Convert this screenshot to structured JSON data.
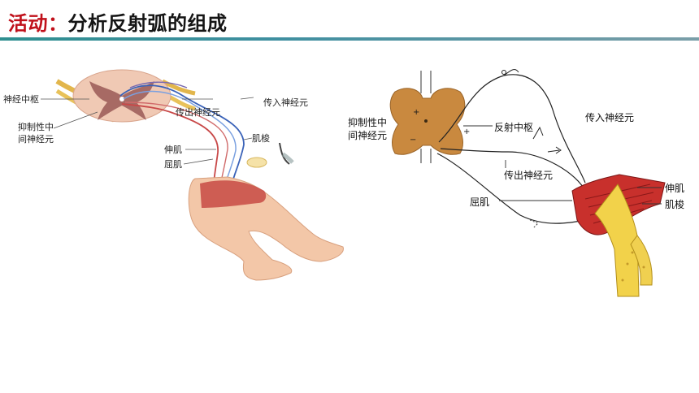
{
  "header": {
    "activity": "活动：",
    "topic": "分析反射弧的组成"
  },
  "left_figure": {
    "labels": {
      "center": "神经中枢",
      "interneuron_1": "抑制性中",
      "interneuron_2": "间神经元",
      "afferent": "传入神经元",
      "efferent": "传出神经元",
      "extensor": "伸肌",
      "spindle": "肌梭",
      "flexor": "屈肌"
    }
  },
  "right_figure": {
    "labels": {
      "interneuron_1": "抑制性中",
      "interneuron_2": "间神经元",
      "reflex_center": "反射中枢",
      "afferent": "传入神经元",
      "efferent": "传出神经元",
      "flexor": "屈肌",
      "extensor": "伸肌",
      "spindle": "肌梭"
    }
  },
  "colors": {
    "title_red": "#c0101a",
    "rule_teal": "#2f8f90",
    "spinal_cord": "#c9893f",
    "muscle_red": "#c8302c",
    "bone_yellow": "#f2d24a"
  }
}
